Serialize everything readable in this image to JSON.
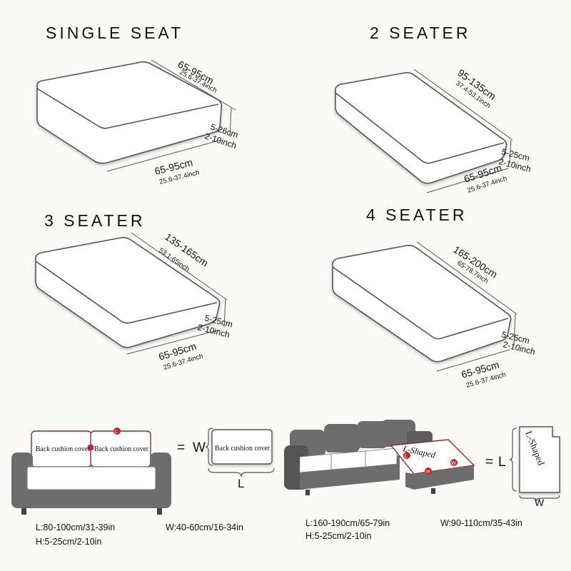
{
  "sections": {
    "single": {
      "title": "SINGLE SEAT",
      "len_cm": "65-95cm",
      "len_in": "25.6-37.4inch",
      "h_cm": "5-26cm",
      "h_in": "2-10inch",
      "w_cm": "65-95cm",
      "w_in": "25.6-37.4inch"
    },
    "two": {
      "title": "2 SEATER",
      "len_cm": "95-135cm",
      "len_in": "37.4-53.1inch",
      "h_cm": "5-25cm",
      "h_in": "2-10inch",
      "w_cm": "65-95cm",
      "w_in": "25.6-37.4inch"
    },
    "three": {
      "title": "3 SEATER",
      "len_cm": "135-165cm",
      "len_in": "53.1-65inch",
      "h_cm": "5-25cm",
      "h_in": "2-10inch",
      "w_cm": "65-95cm",
      "w_in": "25.6-37.4inch"
    },
    "four": {
      "title": "4 SEATER",
      "len_cm": "165-200cm",
      "len_in": "65-78.7inch",
      "h_cm": "5-25cm",
      "h_in": "2-10inch",
      "w_cm": "65-95cm",
      "w_in": "25.6-37.4inch"
    }
  },
  "back_cushion": {
    "cover_label": "Back cushion cover",
    "marker": "L",
    "eq_sign": "=",
    "w_label": "W",
    "l_label": "L",
    "spec_l": "L:80-100cm/31-39in",
    "spec_h": "H:5-25cm/2-10in",
    "spec_w": "W:40-60cm/16-34in"
  },
  "l_shaped": {
    "cover_label": "L-Shaped",
    "marker_l": "L",
    "marker_h": "H",
    "marker_w": "W",
    "eq_sign": "=",
    "l_label": "L",
    "w_label": "W",
    "spec_l": "L:160-190cm/65-79in",
    "spec_h": "H:5-25cm/2-10in",
    "spec_w": "W:90-110cm/35-43in"
  },
  "colors": {
    "sofa": "#6d6d6d",
    "sofa_dark": "#555555",
    "outline": "#555555",
    "accent": "#c62828",
    "background": "#fbfaf6"
  }
}
